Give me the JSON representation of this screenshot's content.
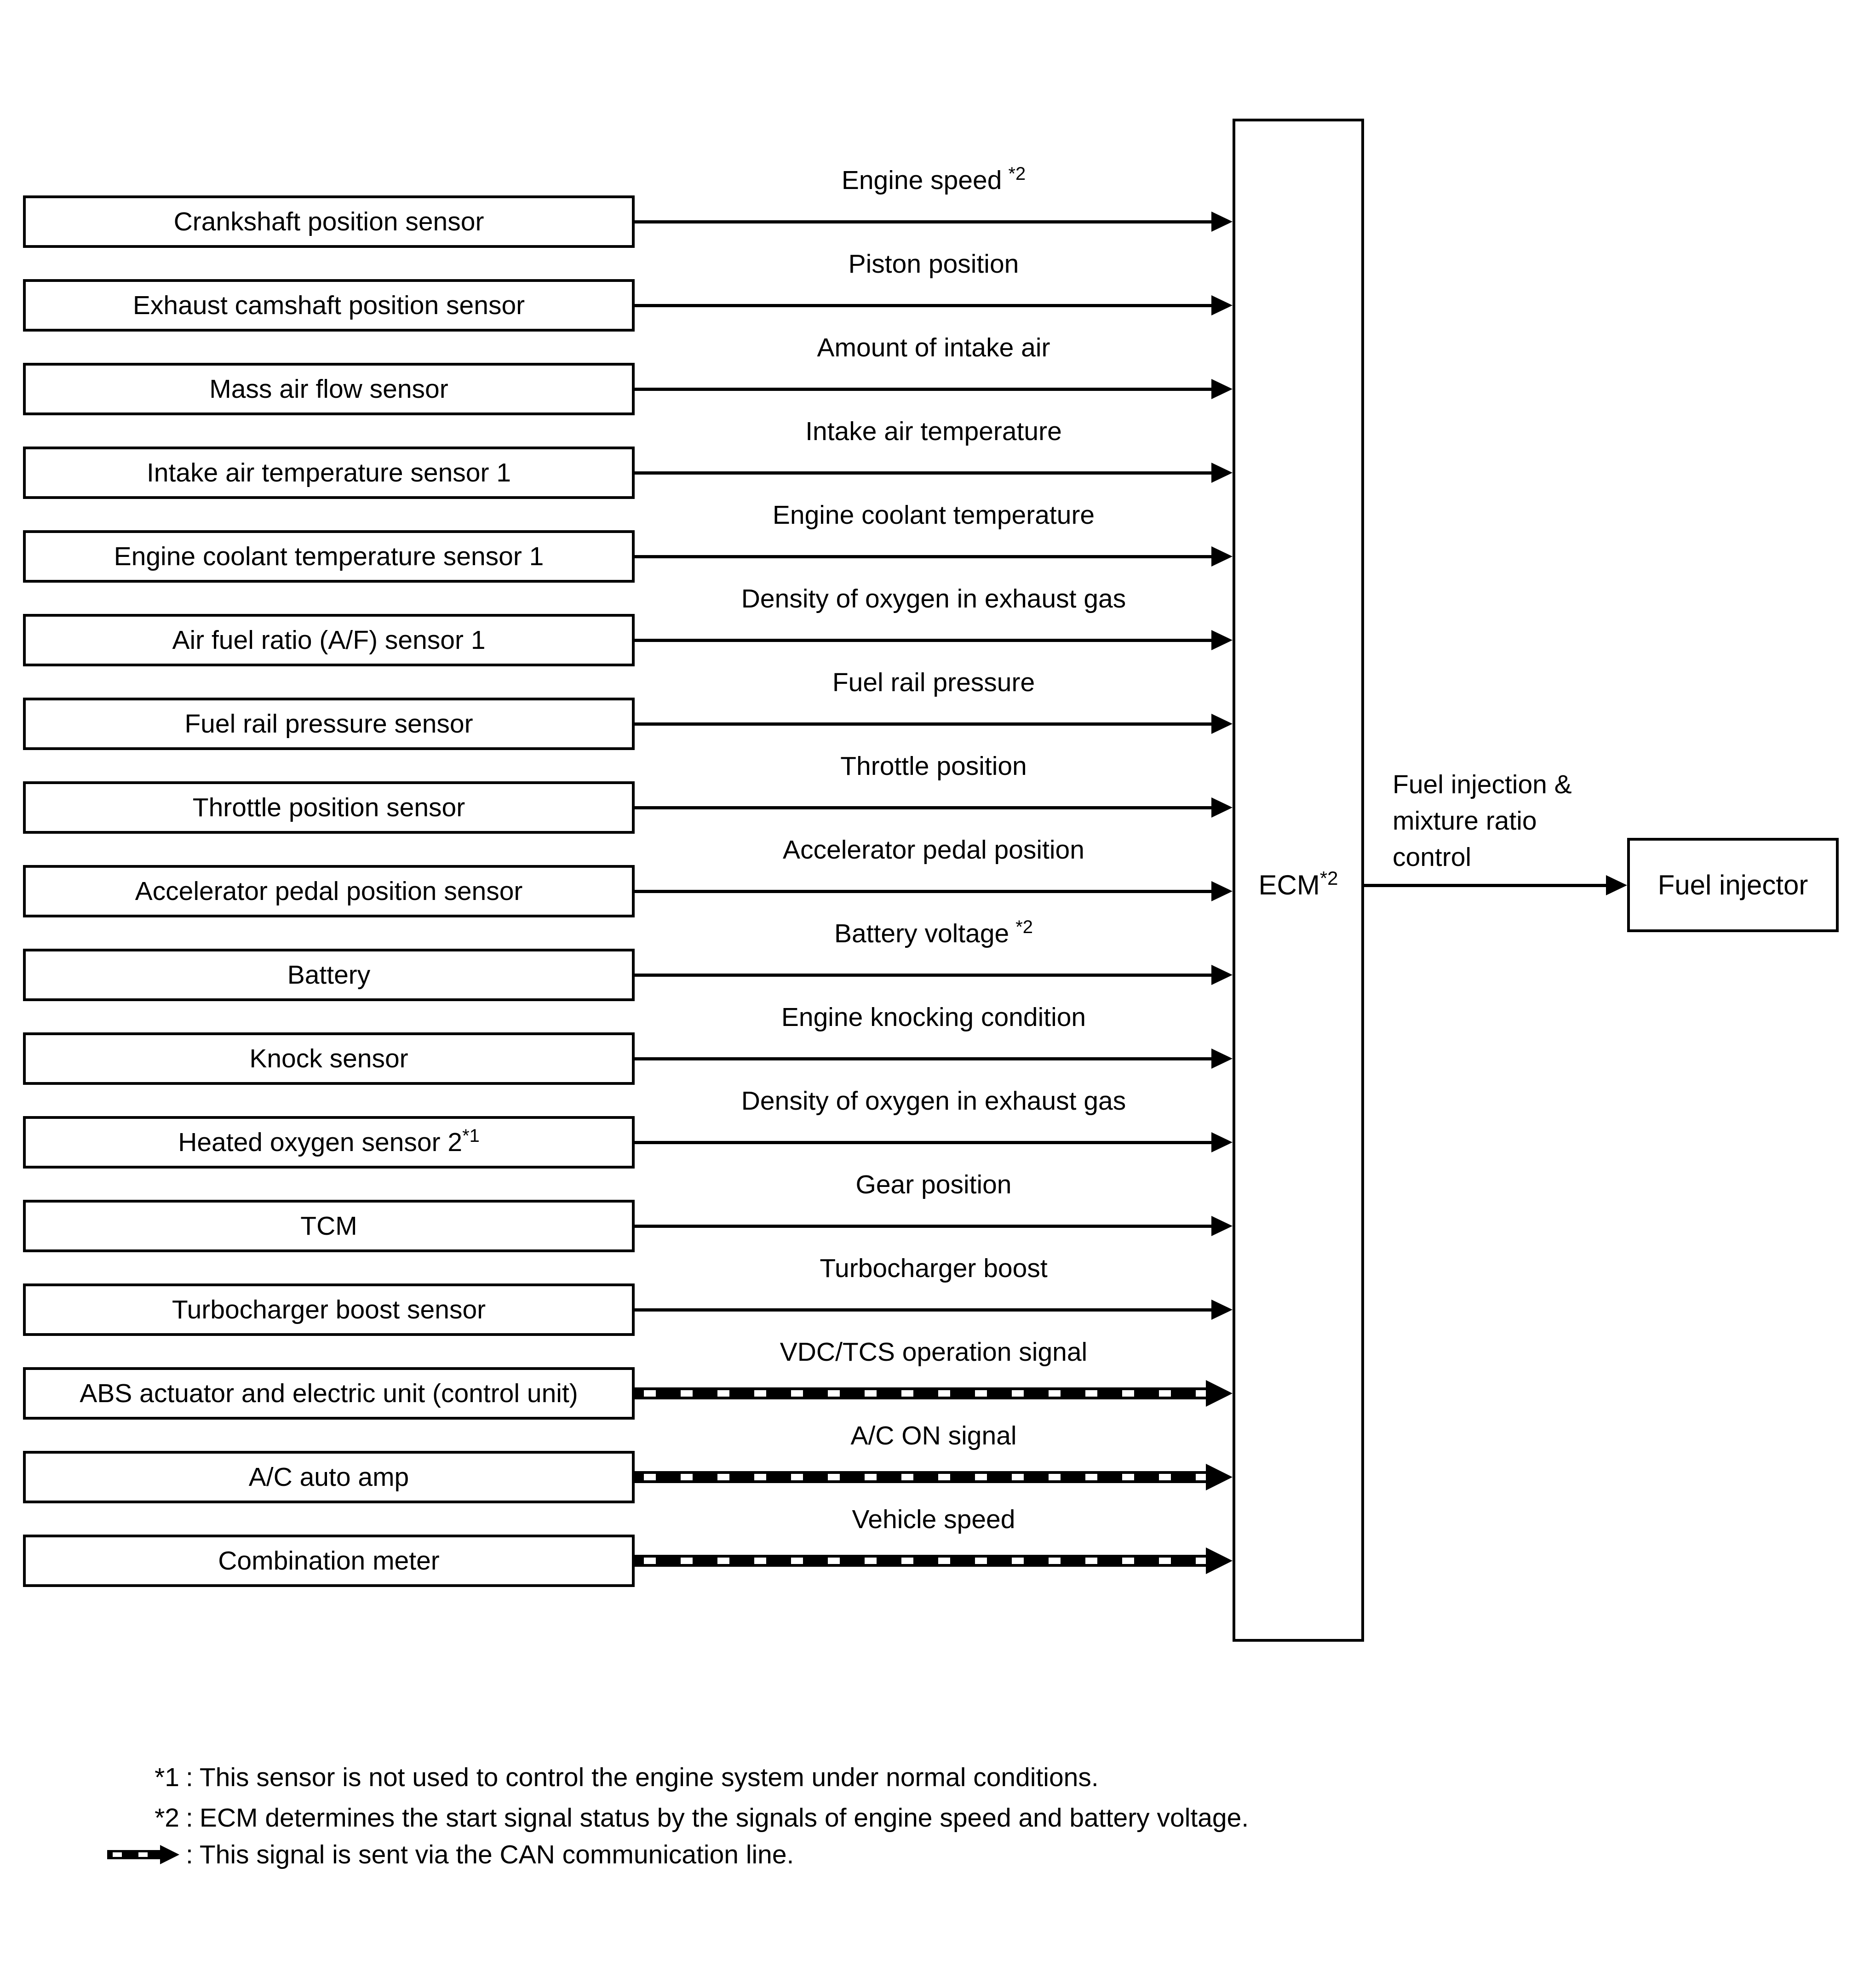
{
  "diagram": {
    "colors": {
      "ink": "#000000",
      "background": "#ffffff"
    },
    "rows": [
      {
        "box": "Crankshaft position sensor",
        "box_sup": null,
        "signal": "Engine speed",
        "signal_sup": "*2",
        "signal_sup_spaced": true,
        "can": false
      },
      {
        "box": "Exhaust camshaft position sensor",
        "box_sup": null,
        "signal": "Piston position",
        "signal_sup": null,
        "signal_sup_spaced": false,
        "can": false
      },
      {
        "box": "Mass air flow sensor",
        "box_sup": null,
        "signal": "Amount of intake air",
        "signal_sup": null,
        "signal_sup_spaced": false,
        "can": false
      },
      {
        "box": "Intake air temperature sensor 1",
        "box_sup": null,
        "signal": "Intake air temperature",
        "signal_sup": null,
        "signal_sup_spaced": false,
        "can": false
      },
      {
        "box": "Engine coolant temperature sensor 1",
        "box_sup": null,
        "signal": "Engine coolant temperature",
        "signal_sup": null,
        "signal_sup_spaced": false,
        "can": false
      },
      {
        "box": "Air fuel ratio (A/F) sensor 1",
        "box_sup": null,
        "signal": "Density of oxygen in exhaust gas",
        "signal_sup": null,
        "signal_sup_spaced": false,
        "can": false
      },
      {
        "box": "Fuel rail pressure sensor",
        "box_sup": null,
        "signal": "Fuel rail pressure",
        "signal_sup": null,
        "signal_sup_spaced": false,
        "can": false
      },
      {
        "box": "Throttle position sensor",
        "box_sup": null,
        "signal": "Throttle position",
        "signal_sup": null,
        "signal_sup_spaced": false,
        "can": false
      },
      {
        "box": "Accelerator pedal position sensor",
        "box_sup": null,
        "signal": "Accelerator pedal position",
        "signal_sup": null,
        "signal_sup_spaced": false,
        "can": false
      },
      {
        "box": "Battery",
        "box_sup": null,
        "signal": "Battery voltage",
        "signal_sup": "*2",
        "signal_sup_spaced": true,
        "can": false
      },
      {
        "box": "Knock sensor",
        "box_sup": null,
        "signal": "Engine knocking condition",
        "signal_sup": null,
        "signal_sup_spaced": false,
        "can": false
      },
      {
        "box": "Heated oxygen sensor 2",
        "box_sup": "*1",
        "signal": "Density of oxygen in exhaust gas",
        "signal_sup": null,
        "signal_sup_spaced": false,
        "can": false
      },
      {
        "box": "TCM",
        "box_sup": null,
        "signal": "Gear position",
        "signal_sup": null,
        "signal_sup_spaced": false,
        "can": false
      },
      {
        "box": "Turbocharger boost sensor",
        "box_sup": null,
        "signal": "Turbocharger boost",
        "signal_sup": null,
        "signal_sup_spaced": false,
        "can": false
      },
      {
        "box": "ABS actuator and electric unit (control unit)",
        "box_sup": null,
        "signal": "VDC/TCS operation signal",
        "signal_sup": null,
        "signal_sup_spaced": false,
        "can": true
      },
      {
        "box": "A/C auto amp",
        "box_sup": null,
        "signal": "A/C ON signal",
        "signal_sup": null,
        "signal_sup_spaced": false,
        "can": true
      },
      {
        "box": "Combination meter",
        "box_sup": null,
        "signal": "Vehicle speed",
        "signal_sup": null,
        "signal_sup_spaced": false,
        "can": true
      }
    ],
    "ecm": {
      "label": "ECM",
      "sup": "*2"
    },
    "output": {
      "label_lines": [
        "Fuel injection &",
        "mixture ratio",
        "control"
      ],
      "target": "Fuel injector"
    },
    "footnotes": [
      {
        "marker": "*1",
        "separator": ":",
        "text": "This sensor is not used to control the engine system under normal conditions."
      },
      {
        "marker": "*2",
        "separator": ":",
        "text": "ECM determines the start signal status by the signals of engine speed and battery voltage."
      },
      {
        "marker": "can",
        "separator": ":",
        "text": "This signal is sent via the CAN communication line."
      }
    ]
  }
}
